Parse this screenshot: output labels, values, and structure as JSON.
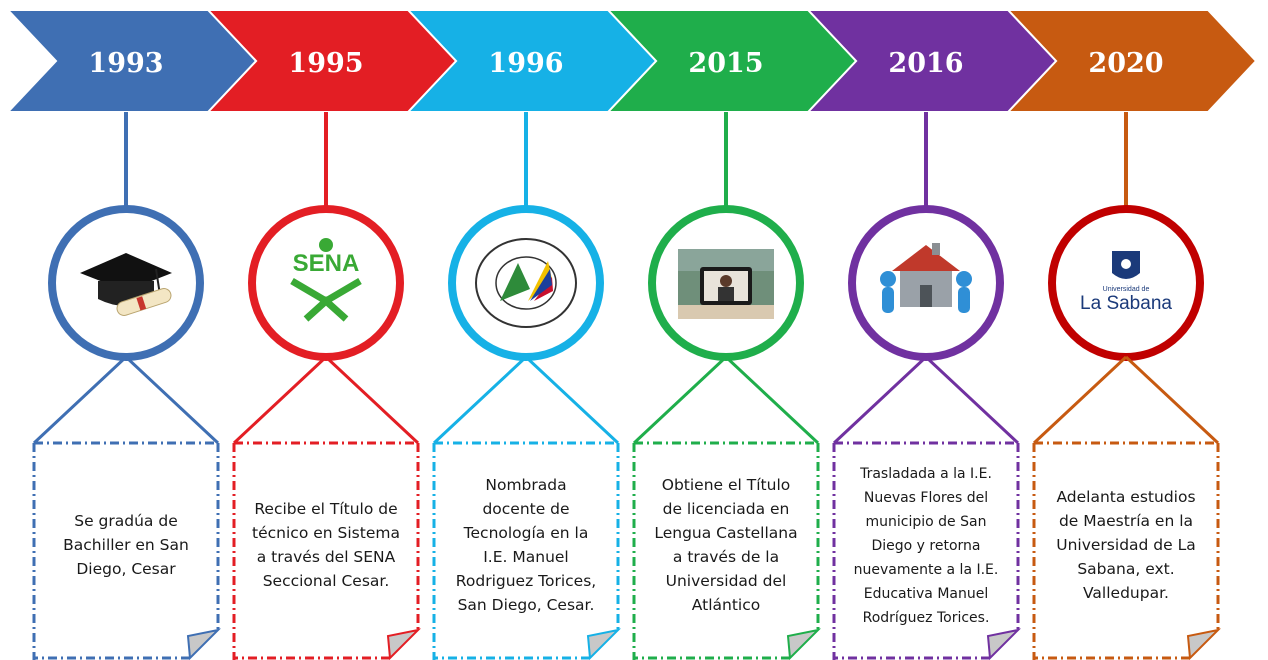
{
  "milestones": [
    {
      "year": "1993",
      "color": "#3f6fb3",
      "icon": "graduation-cap-diploma-icon",
      "text_lines": [
        "Se gradúa de",
        "Bachiller en San",
        "Diego, Cesar"
      ]
    },
    {
      "year": "1995",
      "color": "#e31e24",
      "icon": "sena-logo-icon",
      "logo_text": "SENA",
      "text_lines": [
        "Recibe el Título de",
        "técnico en Sistema",
        "a través del SENA",
        "Seccional Cesar."
      ]
    },
    {
      "year": "1996",
      "color": "#16b1e6",
      "icon": "school-crest-icon",
      "text_lines": [
        "Nombrada",
        "docente de",
        "Tecnología en la",
        "I.E. Manuel",
        "Rodriguez Torices,",
        "San Diego, Cesar."
      ]
    },
    {
      "year": "2015",
      "color": "#1fae4b",
      "icon": "online-learning-tablet-icon",
      "text_lines": [
        "Obtiene el Título",
        "de licenciada en",
        "Lengua Castellana",
        "a través de la",
        "Universidad del",
        "Atlántico"
      ]
    },
    {
      "year": "2016",
      "color": "#7031a0",
      "icon": "moving-house-icon",
      "text_lines": [
        "Trasladada a  la I.E.",
        "Nuevas Flores del",
        "municipio de San",
        "Diego y retorna",
        "nuevamente a la I.E.",
        "Educativa Manuel",
        "Rodríguez Torices."
      ]
    },
    {
      "year": "2020",
      "color": "#c75a11",
      "circle_color": "#c00000",
      "icon": "universidad-la-sabana-logo-icon",
      "logo_small_text": "Universidad de",
      "logo_text": "La Sabana",
      "text_lines": [
        "Adelanta estudios",
        "de Maestría en la",
        "Universidad de La",
        "Sabana, ext.",
        "Valledupar."
      ]
    }
  ]
}
